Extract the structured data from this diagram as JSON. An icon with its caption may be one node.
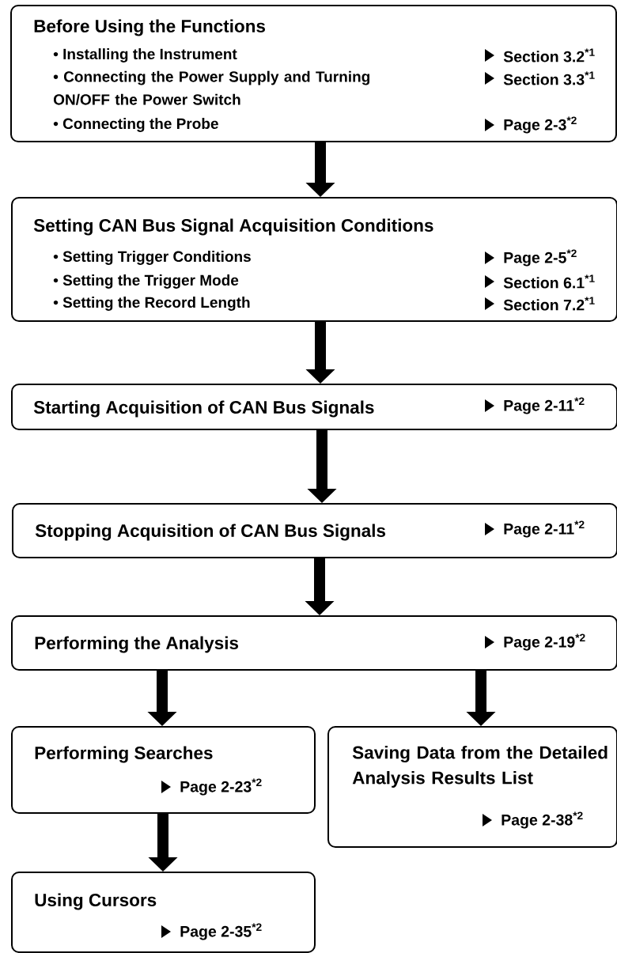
{
  "diagram": {
    "nodes": [
      {
        "text": [
          "Before Using the Functions",
          "• Installing the Instrument",
          "Section 3.2$^{*1}$",
          "• Connecting the Power Supply and Turning ON/OFF the Power Switch",
          "Section 3.3$^{*1}$",
          "• Connecting the Probe",
          "Page 2-3$^{*2}$"
        ]
      },
      {
        "text": [
          "Setting CAN Bus Signal Acquisition Conditions",
          "• Setting Trigger Conditions",
          "Page 2-5$^{*2}$",
          "• Setting the Trigger Mode",
          "Section 6.1$^{*1}$",
          "• Setting the Record Length",
          "Section 7.2$^{*1}$"
        ]
      },
      {
        "text": [
          "Starting Acquisition of CAN Bus Signals",
          "Page 2-11$^{*2}$"
        ]
      },
      {
        "text": [
          "Stopping Acquisition of CAN Bus Signals",
          "Page 2-11$^{*2}$"
        ]
      },
      {
        "text": [
          "Performing the Analysis",
          "Page 2-19$^{*2}$"
        ]
      },
      {
        "text": [
          "Performing Searches",
          "Page 2-23$^{*2}$"
        ]
      },
      {
        "text": [
          "Saving Data from the Detailed Analysis Results List",
          "Page 2-38$^{*2}$"
        ]
      },
      {
        "text": [
          "Using Cursors",
          "Page 2-35$^{*2}$"
        ]
      }
    ],
    "edges": [
      {
        "from": 0,
        "to": 1,
        "arrow": "to"
      },
      {
        "from": 1,
        "to": 2,
        "arrow": "to"
      },
      {
        "from": 2,
        "to": 3,
        "arrow": "to"
      },
      {
        "from": 3,
        "to": 4,
        "arrow": "to"
      },
      {
        "from": 4,
        "to": 5,
        "arrow": "to"
      },
      {
        "from": 4,
        "to": 6,
        "arrow": "to"
      },
      {
        "from": 5,
        "to": 7,
        "arrow": "to"
      }
    ]
  }
}
